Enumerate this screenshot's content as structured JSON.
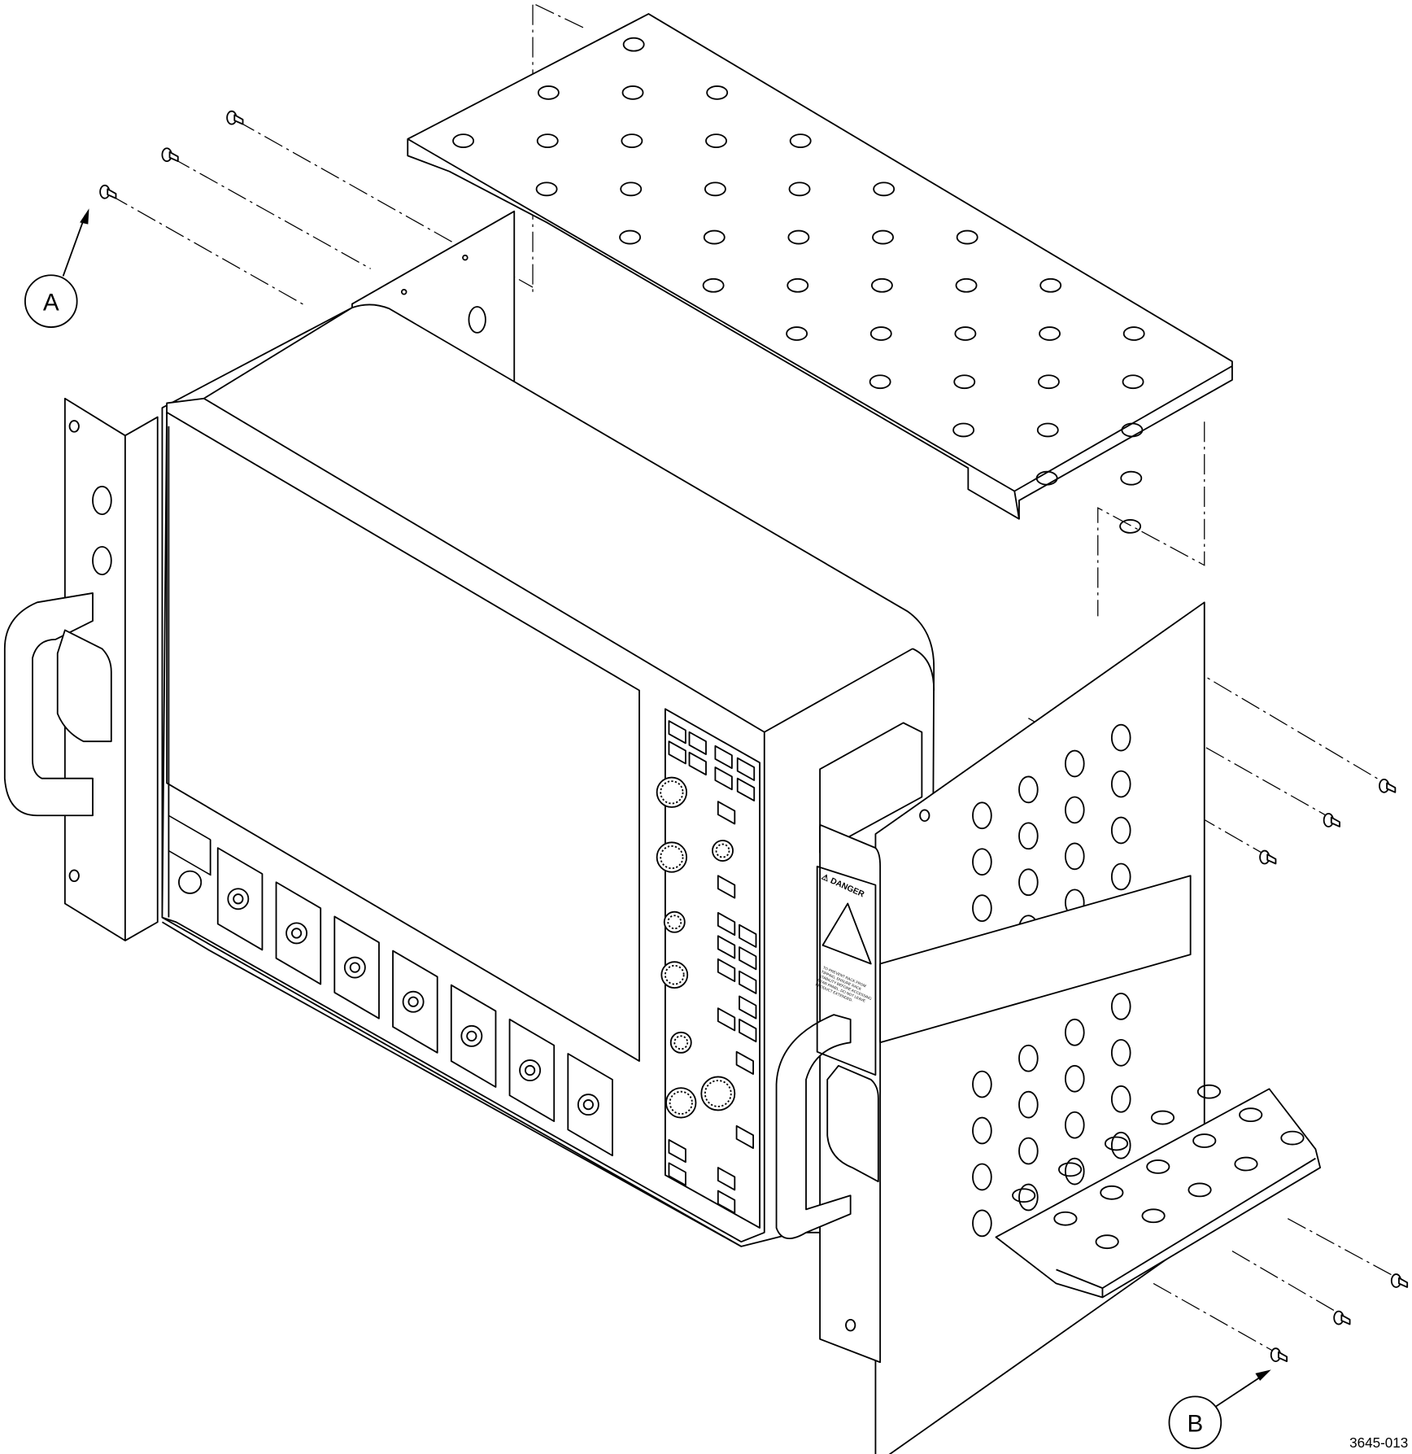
{
  "callouts": [
    {
      "letter": "A"
    },
    {
      "letter": "B"
    }
  ],
  "figure_number": "3645-013",
  "danger_label": {
    "title": "DANGER",
    "lines": [
      "TO PREVENT RACK FROM",
      "TIPPING, ENSURE RACK",
      "STABILITY BEFORE ACCESSING",
      "REAR PANEL. DO NOT LEAVE",
      "PRODUCT EXTENDED."
    ]
  }
}
